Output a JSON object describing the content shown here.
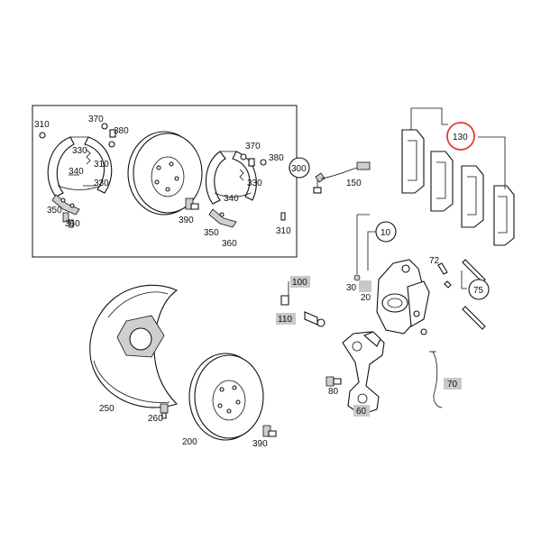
{
  "colors": {
    "background": "#ffffff",
    "ink": "#111111",
    "highlight_circle": "#e53935",
    "grey_tag": "#c8c8c8"
  },
  "labels": {
    "p310a": "310",
    "p370a": "370",
    "p380a": "380",
    "p330a": "330",
    "p310b": "310",
    "p340a": "340",
    "p330b": "330",
    "p350a": "350",
    "p360a": "360",
    "p370b": "370",
    "p380b": "380",
    "p330c": "330",
    "p300": "300",
    "p340b": "340",
    "p390a": "390",
    "p350b": "350",
    "p360b": "360",
    "p310c": "310",
    "p150": "150",
    "p130": "130",
    "p10": "10",
    "p72": "72",
    "p75": "75",
    "p100": "100",
    "p110": "110",
    "p30": "30",
    "p20": "20",
    "p250": "250",
    "p80": "80",
    "p70": "70",
    "p60": "60",
    "p260": "260",
    "p200": "200",
    "p390b": "390"
  },
  "highlighted_part": "130",
  "icons": [
    "brake-disc-icon",
    "brake-shoe-icon",
    "brake-pad-icon",
    "caliper-icon",
    "dust-shield-icon",
    "wear-sensor-icon",
    "bolt-icon",
    "spring-clip-icon",
    "pin-icon",
    "bracket-icon"
  ]
}
